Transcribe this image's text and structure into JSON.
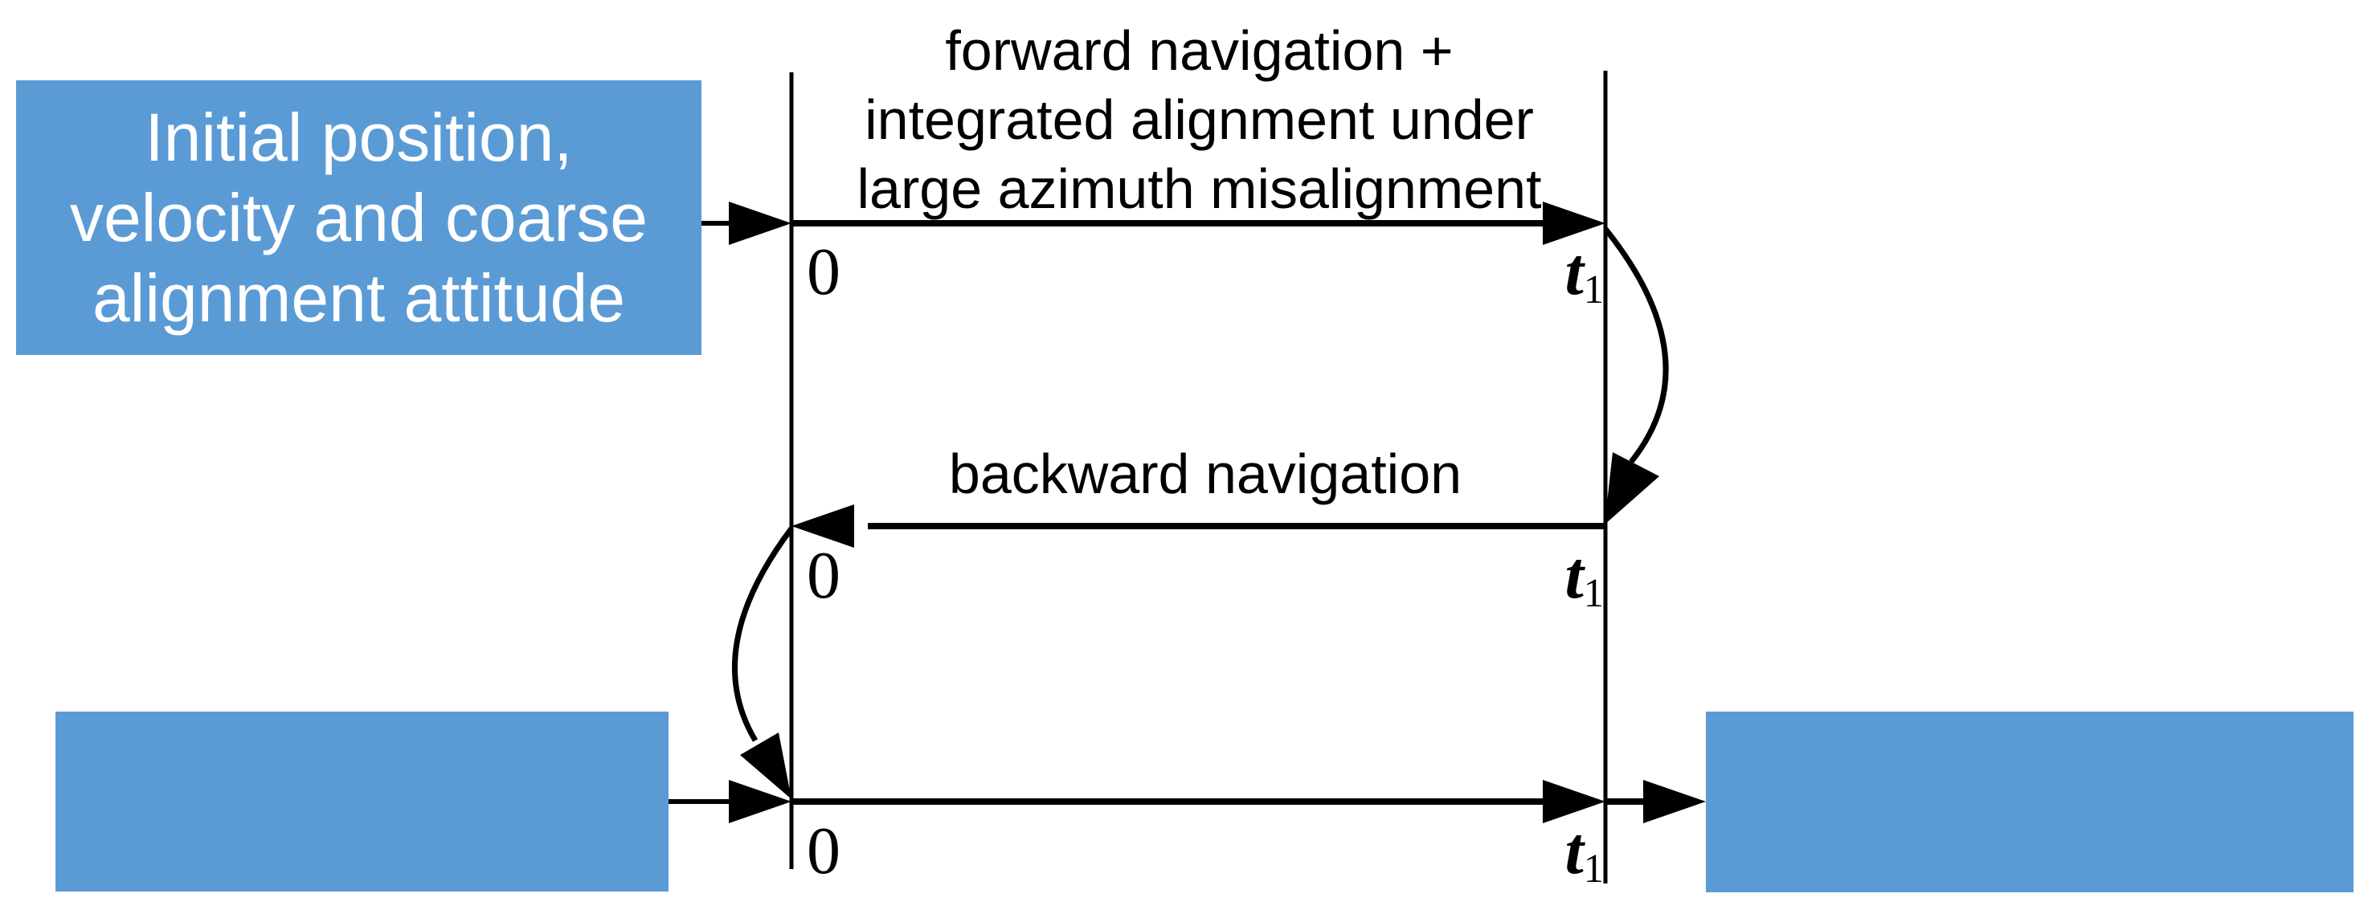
{
  "colors": {
    "box_blue": "#5b9bd5",
    "ink": "#000000",
    "box_text": "#ffffff",
    "bg": "#ffffff"
  },
  "boxes": {
    "initial": {
      "lines": [
        "Initial position,",
        "velocity and coarse",
        "alignment attitude"
      ]
    },
    "bottom_left": {
      "label": ""
    },
    "bottom_right": {
      "label": ""
    }
  },
  "timeline": {
    "forward_label_lines": [
      "forward navigation +",
      "integrated  alignment under",
      "large azimuth misalignment"
    ],
    "backward_label": "backward navigation",
    "ticks": {
      "zero": "0",
      "t_base": "t",
      "t_sub": "1"
    }
  }
}
